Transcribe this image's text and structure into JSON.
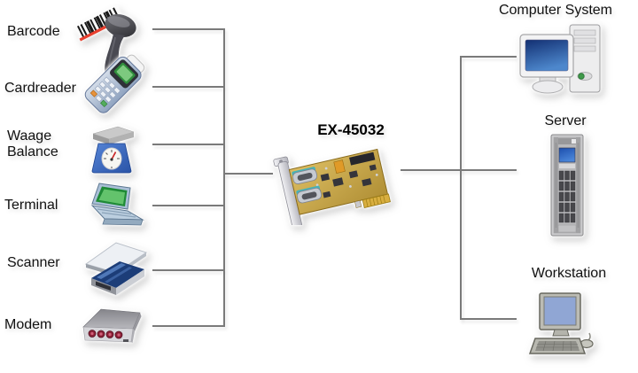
{
  "diagram_title": "EX-45032",
  "left_devices": [
    {
      "label": "Barcode",
      "icon": "barcode-scanner-icon"
    },
    {
      "label": "Cardreader",
      "icon": "cardreader-icon"
    },
    {
      "label": "Waage Balance",
      "icon": "scale-icon"
    },
    {
      "label": "Terminal",
      "icon": "laptop-terminal-icon"
    },
    {
      "label": "Scanner",
      "icon": "flatbed-scanner-icon"
    },
    {
      "label": "Modem",
      "icon": "modem-icon"
    }
  ],
  "right_devices": [
    {
      "label": "Computer System",
      "icon": "computer-system-icon"
    },
    {
      "label": "Server",
      "icon": "server-icon"
    },
    {
      "label": "Workstation",
      "icon": "workstation-icon"
    }
  ],
  "colors": {
    "line": "#7a7a7a",
    "text": "#111111",
    "pcb": "#c9a84c",
    "port_accent": "#45b3ba"
  }
}
